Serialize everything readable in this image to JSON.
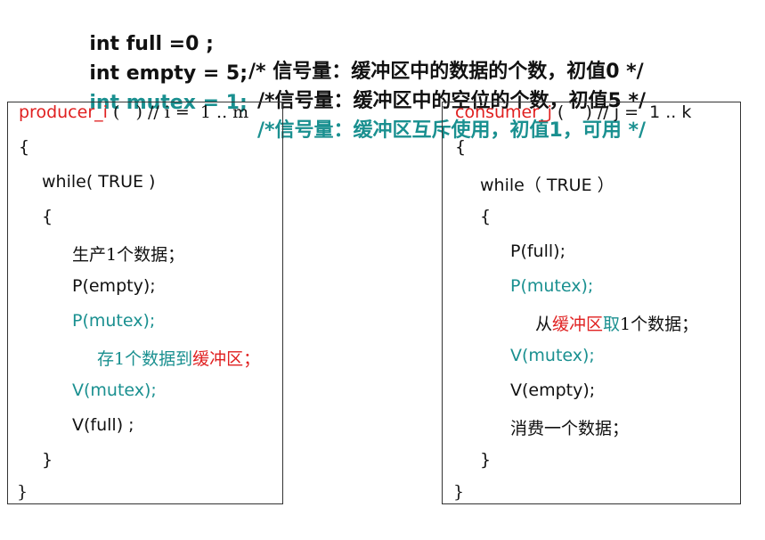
{
  "declarations": [
    {
      "code": "int full =0 ;",
      "comment": "/* 信号量：缓冲区中的数据的个数，初值0 */"
    },
    {
      "code": "int empty = 5;",
      "comment": "/*信号量：缓冲区中的空位的个数，初值5 */"
    },
    {
      "code": "int mutex = 1;",
      "comment": "/*信号量：缓冲区互斥使用，初值1，可用 */"
    }
  ],
  "producer": {
    "header_name": "producer_i",
    "header_rest": " (   ) // i =  1 .. m",
    "open_brace": "{",
    "while_line": "while( TRUE )",
    "inner_open": "{",
    "produce": "生产1个数据；",
    "p_empty": "P(empty);",
    "p_mutex": "P(mutex);",
    "store_prefix": "存1个数据到",
    "store_buffer": "缓冲区；",
    "v_mutex": "V(mutex);",
    "v_full": "V(full) ;",
    "inner_close": "}",
    "close_brace": "}"
  },
  "consumer": {
    "header_name": "consumer_j",
    "header_rest": " (    ) // j =  1 .. k",
    "open_brace": "{",
    "while_line": "while（ TRUE ）",
    "inner_open": "{",
    "p_full": "P(full);",
    "p_mutex": "P(mutex);",
    "take_prefix": "从",
    "take_buffer": "缓冲区",
    "take_verb": "取",
    "take_suffix": "1个数据；",
    "v_mutex": "V(mutex);",
    "v_empty": "V(empty);",
    "consume": "消费一个数据；",
    "inner_close": "}",
    "close_brace": "}"
  }
}
